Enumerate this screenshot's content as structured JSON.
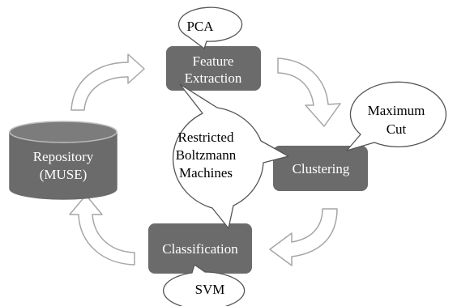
{
  "nodes": {
    "repository": {
      "line1": "Repository",
      "line2": "(MUSE)"
    },
    "feature_extraction": {
      "line1": "Feature",
      "line2": "Extraction"
    },
    "clustering": {
      "label": "Clustering"
    },
    "classification": {
      "label": "Classification"
    }
  },
  "callouts": {
    "pca": {
      "label": "PCA"
    },
    "maximum_cut": {
      "line1": "Maximum",
      "line2": "Cut"
    },
    "rbm": {
      "line1": "Restricted",
      "line2": "Boltzmann",
      "line3": "Machines"
    },
    "svm": {
      "label": "SVM"
    }
  },
  "colors": {
    "box_fill": "#6b6b6b",
    "box_text": "#ffffff",
    "outline": "#a6a6a6",
    "bubble_stroke": "#555555",
    "background": "#ffffff"
  }
}
